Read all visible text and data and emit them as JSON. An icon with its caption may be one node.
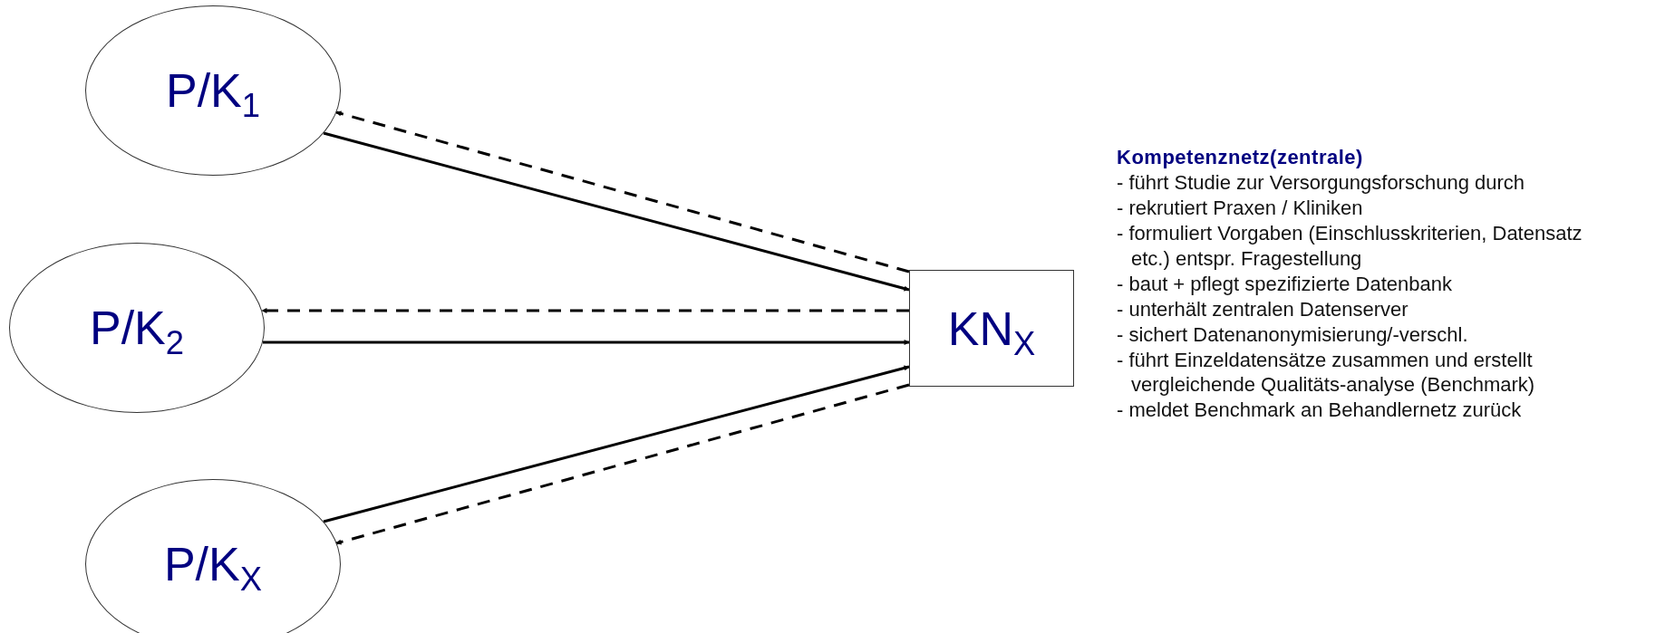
{
  "diagram": {
    "nodes": [
      {
        "text": [
          "P/K$_{1}$"
        ]
      },
      {
        "text": [
          "P/K$_{2}$"
        ]
      },
      {
        "text": [
          "P/K$_{X}$"
        ]
      },
      {
        "text": [
          "KN$_{X}$"
        ]
      }
    ],
    "edges": [
      {
        "from": 0,
        "to": 3,
        "arrow": "to"
      },
      {
        "from": 3,
        "to": 0,
        "arrow": "to",
        "style": "dashed"
      },
      {
        "from": 1,
        "to": 3,
        "arrow": "to"
      },
      {
        "from": 3,
        "to": 1,
        "arrow": "to",
        "style": "dashed"
      },
      {
        "from": 2,
        "to": 3,
        "arrow": "to"
      },
      {
        "from": 3,
        "to": 2,
        "arrow": "to",
        "style": "dashed"
      }
    ],
    "labels": [
      "Kompetenznetz(zentrale)",
      "- führt Studie zur Versorgungsforschung durch",
      "- rekrutiert Praxen / Kliniken",
      "- formuliert Vorgaben (Einschlusskriterien, Datensatz etc.) entspr. Fragestellung",
      "- baut + pflegt spezifizierte Datenbank",
      "- unterhält zentralen Datenserver",
      "- sichert Datenanonymisierung/-verschl.",
      "- führt Einzeldatensätze zusammen und erstellt vergleichende Qualitäts-analyse (Benchmark)",
      "- meldet Benchmark an Behandlernetz zurück"
    ]
  }
}
